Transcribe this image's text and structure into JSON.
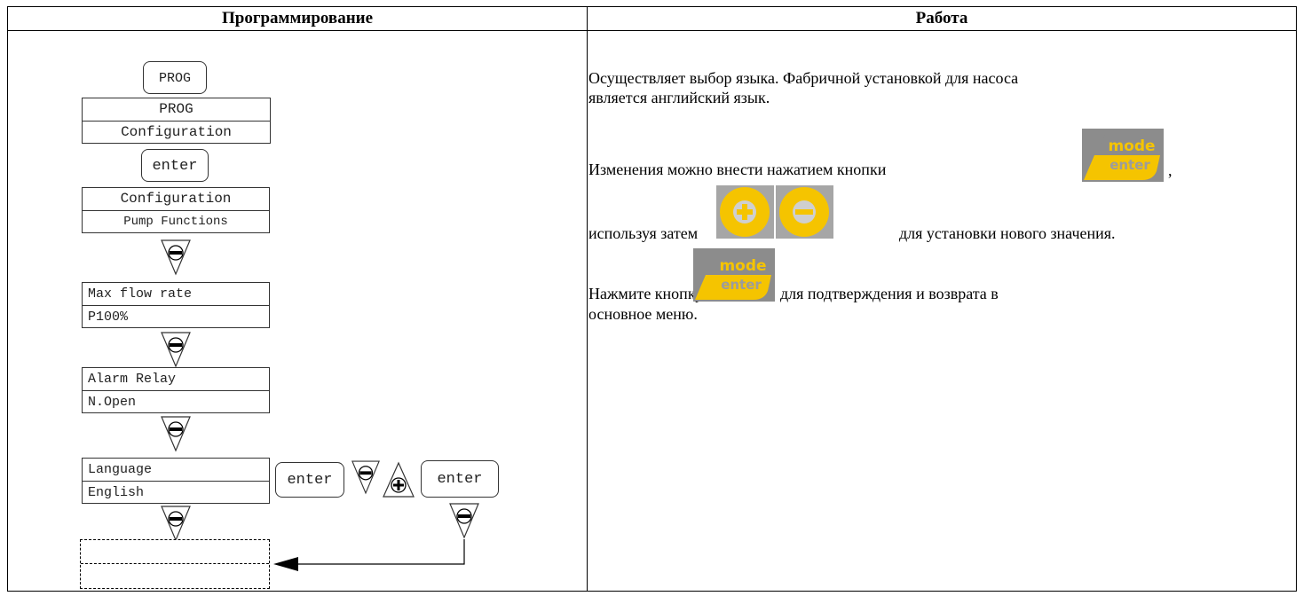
{
  "table": {
    "col_programming": "Программирование",
    "col_operation": "Работа"
  },
  "diagram": {
    "prog_key": "PROG",
    "display_prog": {
      "line1": "PROG",
      "line2": "Configuration"
    },
    "enter_key": "enter",
    "display_config": {
      "line1": "Configuration",
      "line2": "Pump Functions"
    },
    "display_max_flow": {
      "line1": "Max flow rate",
      "line2": "P100%"
    },
    "display_alarm": {
      "line1": "Alarm Relay",
      "line2": "N.Open"
    },
    "display_language": {
      "line1": "Language",
      "line2": "English"
    },
    "enter_key_2": "enter",
    "enter_key_3": "enter"
  },
  "operation": {
    "p1_line1": "Осуществляет выбор языка. Фабричной установкой для насоса",
    "p1_line2": "является английский язык.",
    "p2_text": "Изменения можно внести нажатием кнопки",
    "p2_tail": ",",
    "p3_before": "используя затем",
    "p3_after": "для установки нового значения.",
    "p4_before": "Нажмите кнопку",
    "p4_after": "для подтверждения и возврата в",
    "p4_line2": "основное меню.",
    "mode_label": "mode",
    "enter_label": "enter",
    "colors": {
      "button_yellow": "#f5c400",
      "button_gray": "#8c8c8c",
      "label_gray": "#d0d0d0"
    }
  }
}
